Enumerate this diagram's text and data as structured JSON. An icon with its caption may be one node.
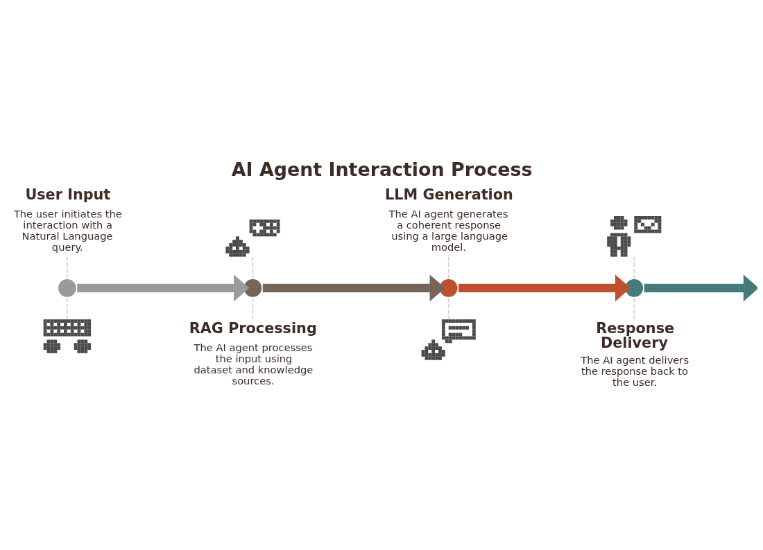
{
  "diagram": {
    "title": "AI Agent Interaction Process",
    "nodes": [
      {
        "text": [
          "User Input",
          "The user initiates the interaction with a Natural Language query."
        ]
      },
      {
        "text": [],
        "shape": "circle"
      },
      {
        "text": [],
        "shape": "picture"
      },
      {
        "text": [],
        "shape": "picture"
      },
      {
        "text": [],
        "shape": "circle"
      },
      {
        "text": [
          "RAG Processing",
          "The AI agent processes the input using dataset and knowledge sources."
        ]
      },
      {
        "text": [
          "LLM Generation",
          "The AI agent generates a coherent response using a large language model."
        ]
      },
      {
        "text": [],
        "shape": "circle"
      },
      {
        "text": [],
        "shape": "picture"
      },
      {
        "text": [],
        "shape": "picture"
      },
      {
        "text": [],
        "shape": "circle"
      },
      {
        "text": [
          "Response Delivery",
          "The AI agent delivers the response back to the user."
        ]
      }
    ],
    "edges": [
      {
        "from": 0,
        "to": 1,
        "arrow": "none",
        "style": "dashed"
      },
      {
        "from": 1,
        "to": 2,
        "arrow": "none",
        "style": "dashed"
      },
      {
        "from": 3,
        "to": 4,
        "arrow": "none",
        "style": "dashed"
      },
      {
        "from": 4,
        "to": 5,
        "arrow": "none",
        "style": "dashed"
      },
      {
        "from": 6,
        "to": 7,
        "arrow": "none",
        "style": "dashed"
      },
      {
        "from": 7,
        "to": 8,
        "arrow": "none",
        "style": "dashed"
      },
      {
        "from": 9,
        "to": 10,
        "arrow": "none",
        "style": "dashed"
      },
      {
        "from": 10,
        "to": 11,
        "arrow": "none",
        "style": "dashed"
      },
      {
        "from": 1,
        "to": 4,
        "arrow": "to",
        "style": "thick",
        "color": "#9a9a9a"
      },
      {
        "from": 4,
        "to": 7,
        "arrow": "to",
        "style": "thick",
        "color": "#786357"
      },
      {
        "from": 7,
        "to": 10,
        "arrow": "to",
        "style": "thick",
        "color": "#bf4f31"
      },
      {
        "from": 10,
        "to": null,
        "arrow": "to",
        "style": "thick",
        "color": "#477a7b"
      }
    ]
  }
}
